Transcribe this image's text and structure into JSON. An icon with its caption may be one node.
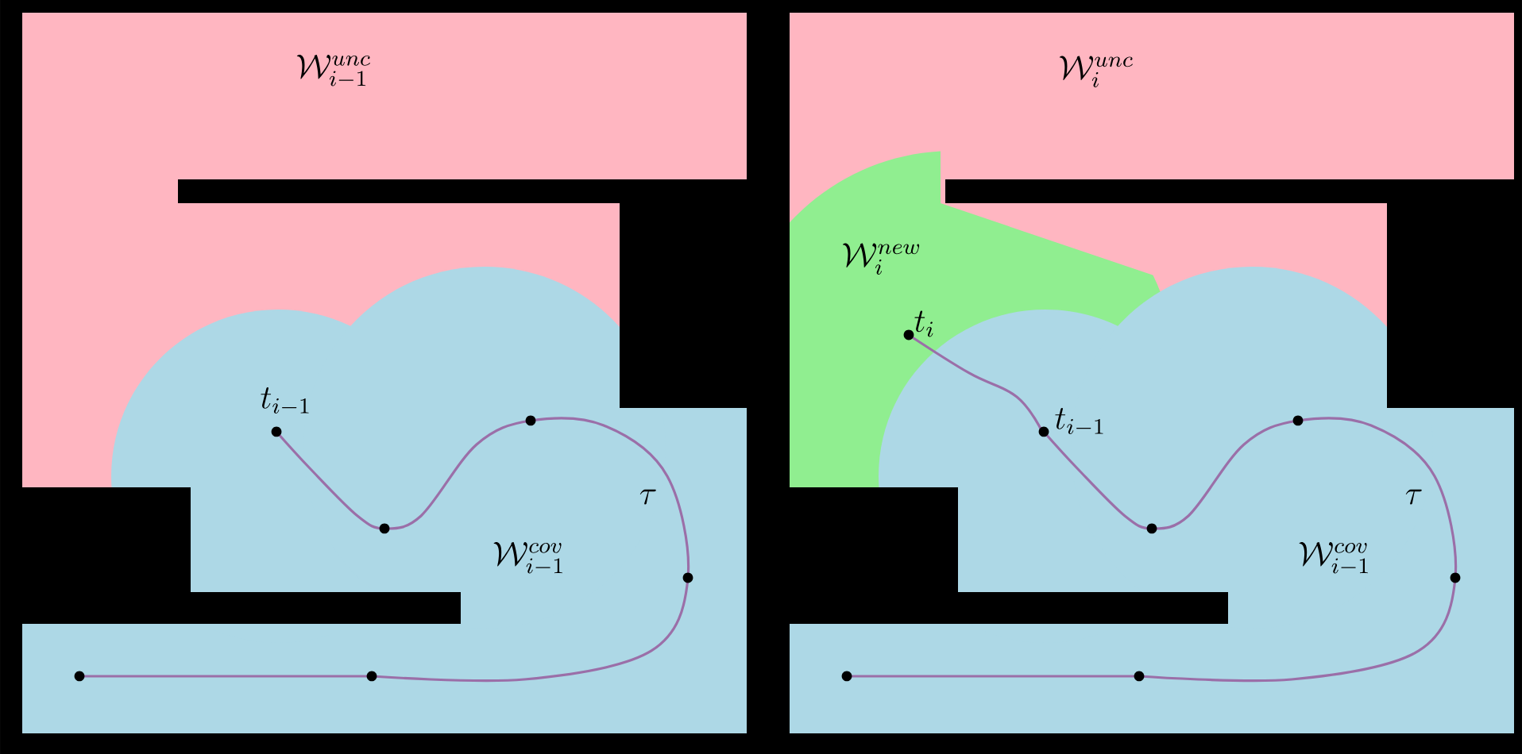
{
  "diagram": {
    "labels": [
      "\\mathcal{W}_{i-1}^{unc}",
      "t_{i-1}",
      "\\tau",
      "\\mathcal{W}_{i-1}^{cov}",
      "\\mathcal{W}_{i}^{unc}",
      "\\mathcal{W}_{i}^{new}",
      "t_{i}",
      "t_{i-1}",
      "\\tau",
      "\\mathcal{W}_{i-1}^{cov}"
    ]
  }
}
